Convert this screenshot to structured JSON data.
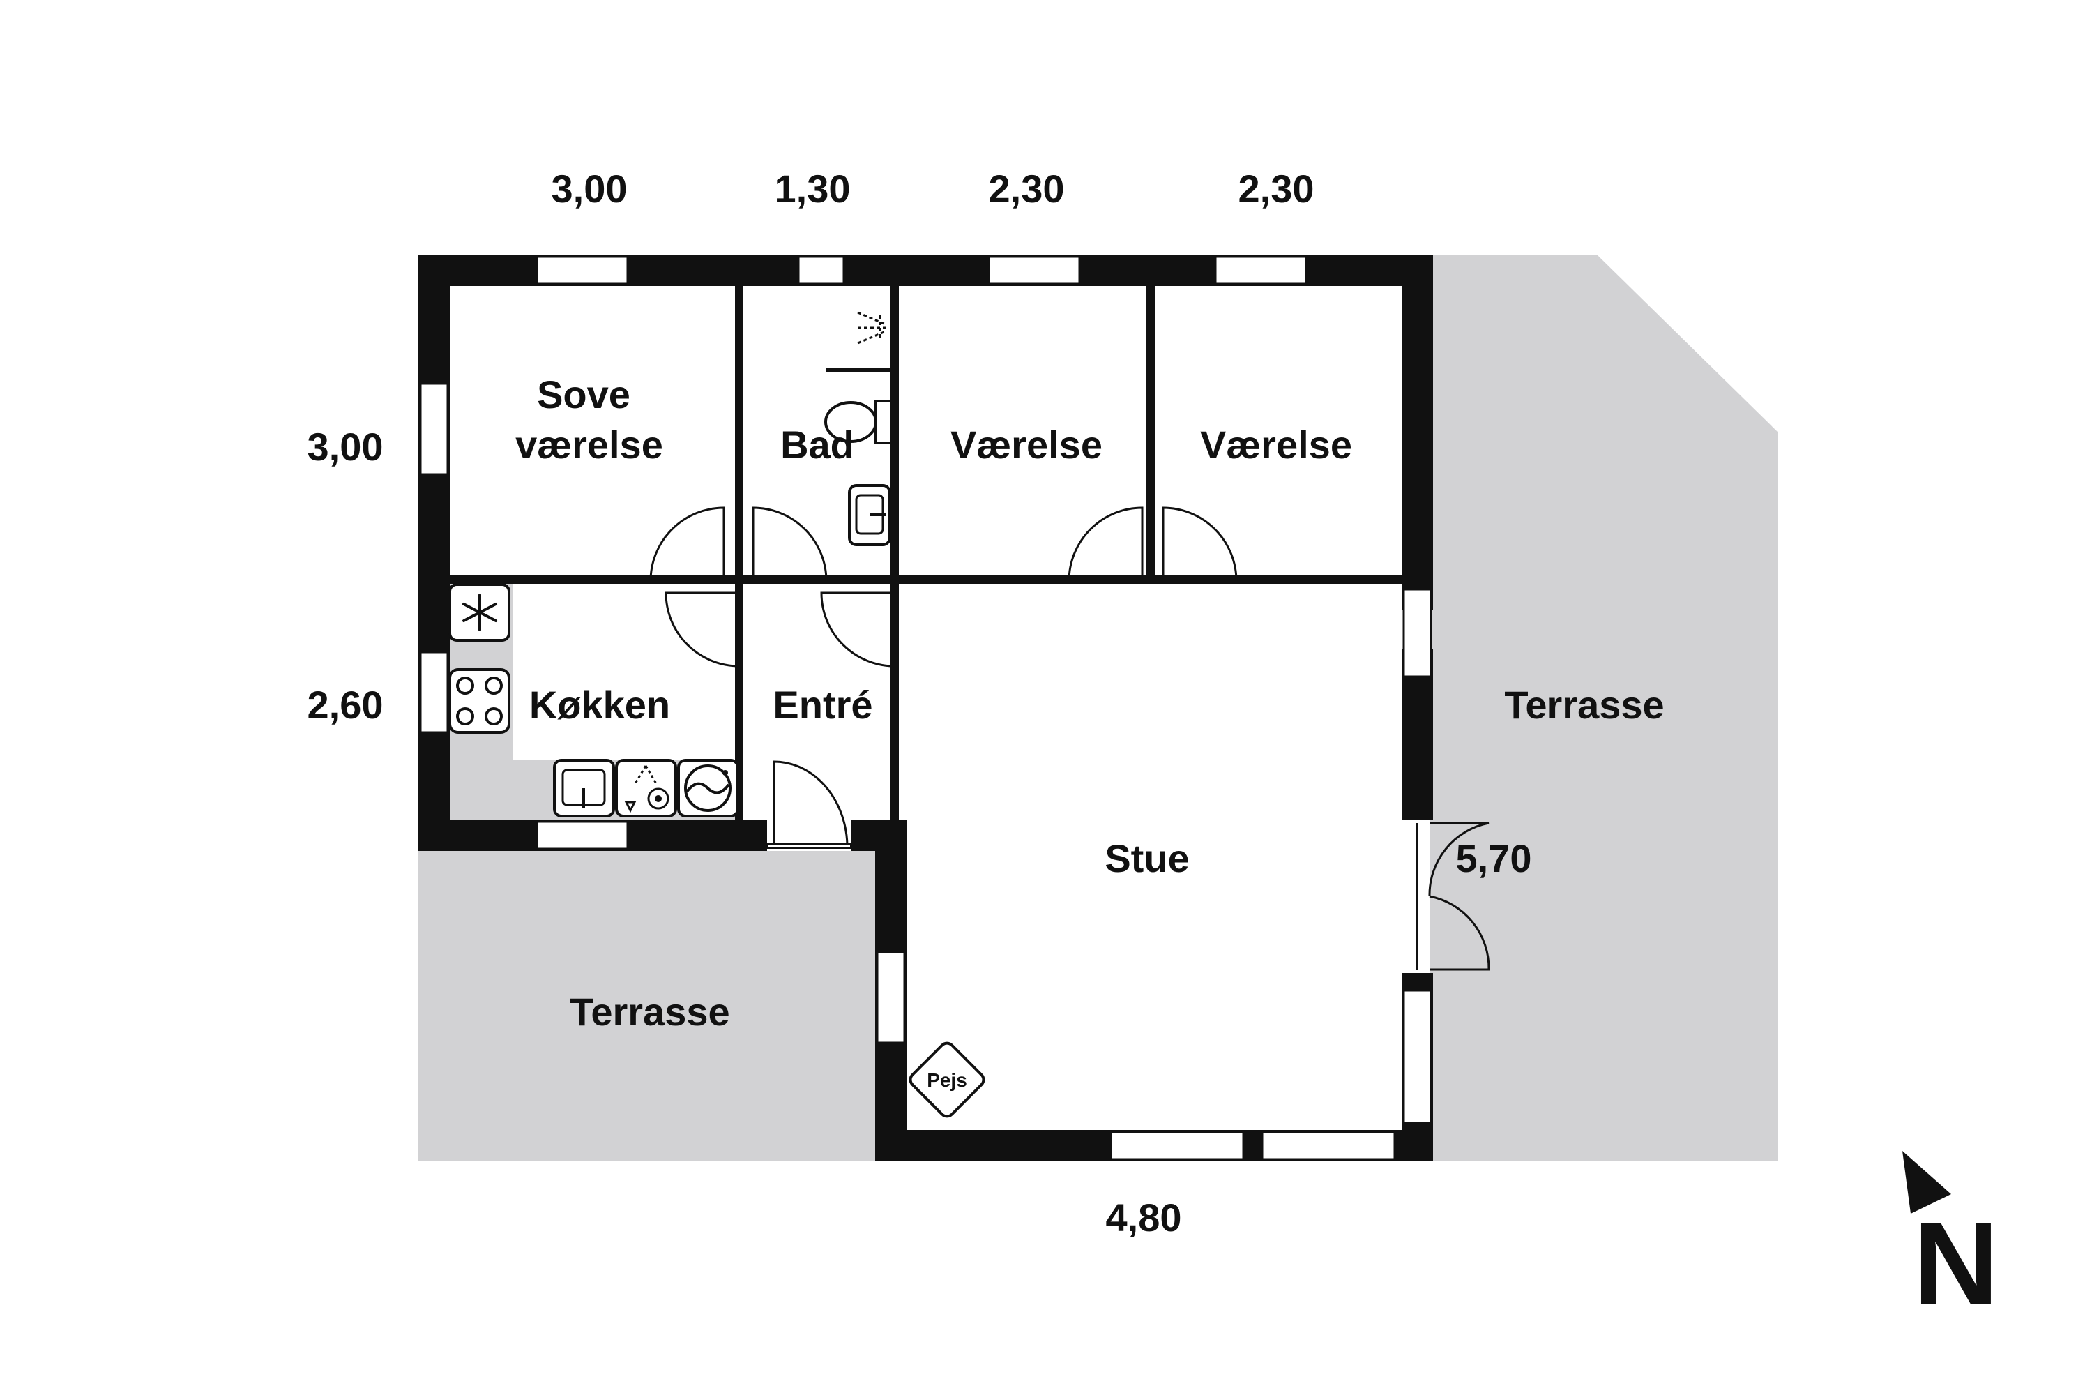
{
  "colors": {
    "wall": "#111111",
    "terrace": "#d2d2d4",
    "background": "#ffffff",
    "window": "#ffffff"
  },
  "dimensions": {
    "top": [
      "3,00",
      "1,30",
      "2,30",
      "2,30"
    ],
    "left_upper": "3,00",
    "left_lower": "2,60",
    "bottom": "4,80",
    "right": "5,70"
  },
  "rooms": {
    "sovevaerelse": [
      "Sove",
      "værelse"
    ],
    "bad": "Bad",
    "vaerelse_1": "Værelse",
    "vaerelse_2": "Værelse",
    "koekken": "Køkken",
    "entre": "Entré",
    "stue": "Stue",
    "terrasse_east": "Terrasse",
    "terrasse_south": "Terrasse"
  },
  "fixtures": {
    "fireplace": "Pejs"
  },
  "icons": [
    "freezer-icon",
    "stove-icon",
    "sink-icon",
    "dishwasher-icon",
    "washing-machine-icon",
    "toilet-icon",
    "shower-icon",
    "bathroom-sink-icon",
    "fireplace-icon",
    "north-arrow-icon"
  ],
  "compass": {
    "label": "N"
  }
}
